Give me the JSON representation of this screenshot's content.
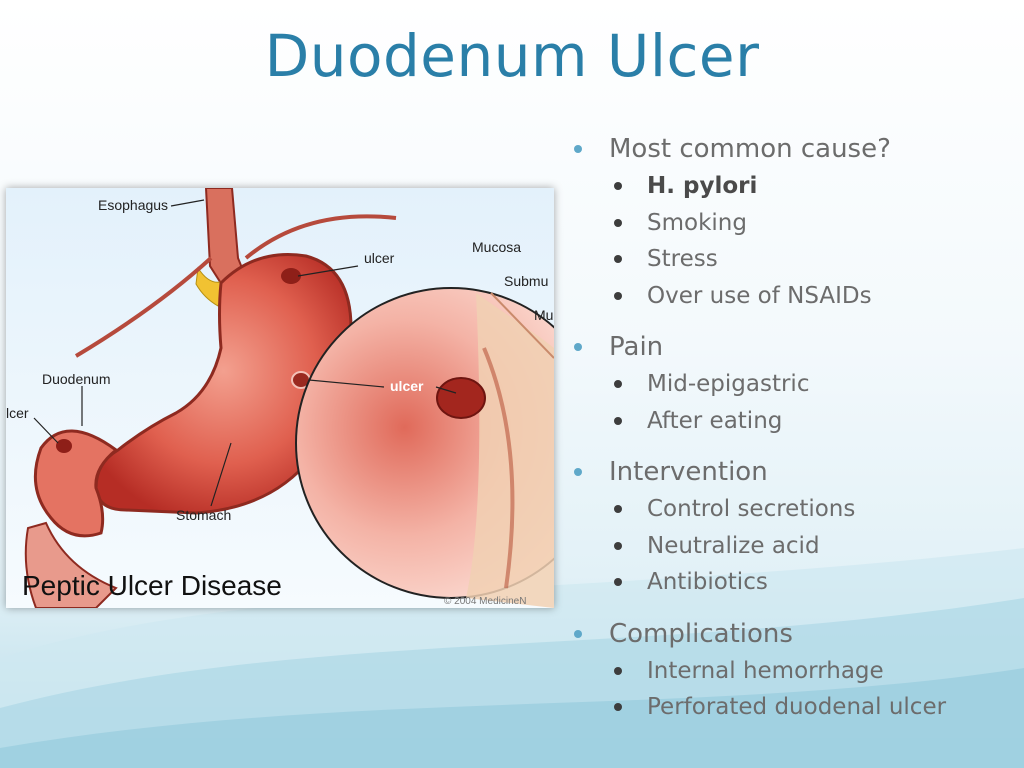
{
  "slide": {
    "title": "Duodenum Ulcer",
    "accent_color": "#2a7fa8"
  },
  "figure": {
    "caption": "Peptic Ulcer Disease",
    "labels": {
      "esophagus": "Esophagus",
      "ulcer_top": "ulcer",
      "mucosa": "Mucosa",
      "submucosa": "Submu",
      "muscle": "Mu",
      "duodenum": "Duodenum",
      "ulcer_left": "lcer",
      "ulcer_middle": "ulcer",
      "stomach": "Stomach"
    },
    "copyright": "© 2004 MedicineN"
  },
  "bullets": [
    {
      "text": "Most common cause?",
      "items": [
        {
          "text": "H. pylori",
          "bold": true
        },
        {
          "text": "Smoking"
        },
        {
          "text": "Stress"
        },
        {
          "text": "Over use of NSAIDs"
        }
      ]
    },
    {
      "text": "Pain",
      "items": [
        {
          "text": "Mid-epigastric"
        },
        {
          "text": "After eating"
        }
      ]
    },
    {
      "text": "Intervention",
      "items": [
        {
          "text": "Control secretions"
        },
        {
          "text": "Neutralize acid"
        },
        {
          "text": "Antibiotics"
        }
      ]
    },
    {
      "text": "Complications",
      "items": [
        {
          "text": "Internal hemorrhage"
        },
        {
          "text": "Perforated duodenal ulcer"
        }
      ]
    }
  ]
}
